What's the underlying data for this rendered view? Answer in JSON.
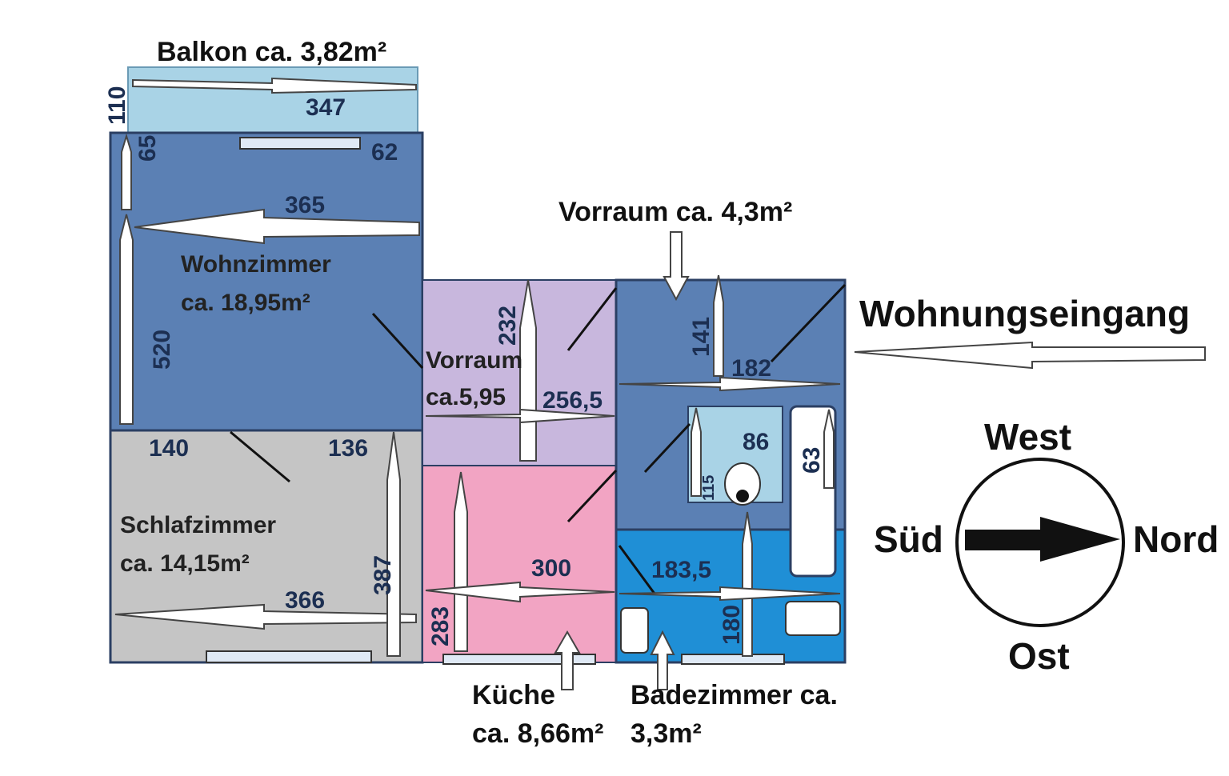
{
  "rooms": {
    "balkon": {
      "label": "Balkon ca. 3,82m²",
      "color": "#a9d3e6"
    },
    "wohnzimmer": {
      "name": "Wohnzimmer",
      "area": "ca. 18,95m²",
      "color": "#5b80b4"
    },
    "schlafzimmer": {
      "name": "Schlafzimmer",
      "area": "ca. 14,15m²",
      "color": "#c5c5c5"
    },
    "vorraum_inner": {
      "name": "Vorraum",
      "area": "ca.5,95",
      "color": "#c8b7dd"
    },
    "vorraum_outer": {
      "label": "Vorraum ca. 4,3m²",
      "color": "#5b80b4"
    },
    "kueche": {
      "name": "Küche",
      "area": "ca. 8,66m²",
      "color": "#f2a4c3"
    },
    "bad": {
      "name": "Badezimmer ca.",
      "area": "3,3m²",
      "color": "#1f8fd6"
    }
  },
  "dimensions": {
    "d110": "110",
    "d347": "347",
    "d65": "65",
    "d62": "62",
    "d365": "365",
    "d520": "520",
    "d232": "232",
    "d256": "256,5",
    "d141": "141",
    "d182": "182",
    "d140": "140",
    "d136": "136",
    "d86": "86",
    "d63": "63",
    "d300": "300",
    "d183": "183,5",
    "d387": "387",
    "d366": "366",
    "d283": "283",
    "d180": "180",
    "d115": "115"
  },
  "entrance_label": "Wohnungseingang",
  "compass": {
    "north": "Nord",
    "south": "Süd",
    "west": "West",
    "east": "Ost"
  }
}
